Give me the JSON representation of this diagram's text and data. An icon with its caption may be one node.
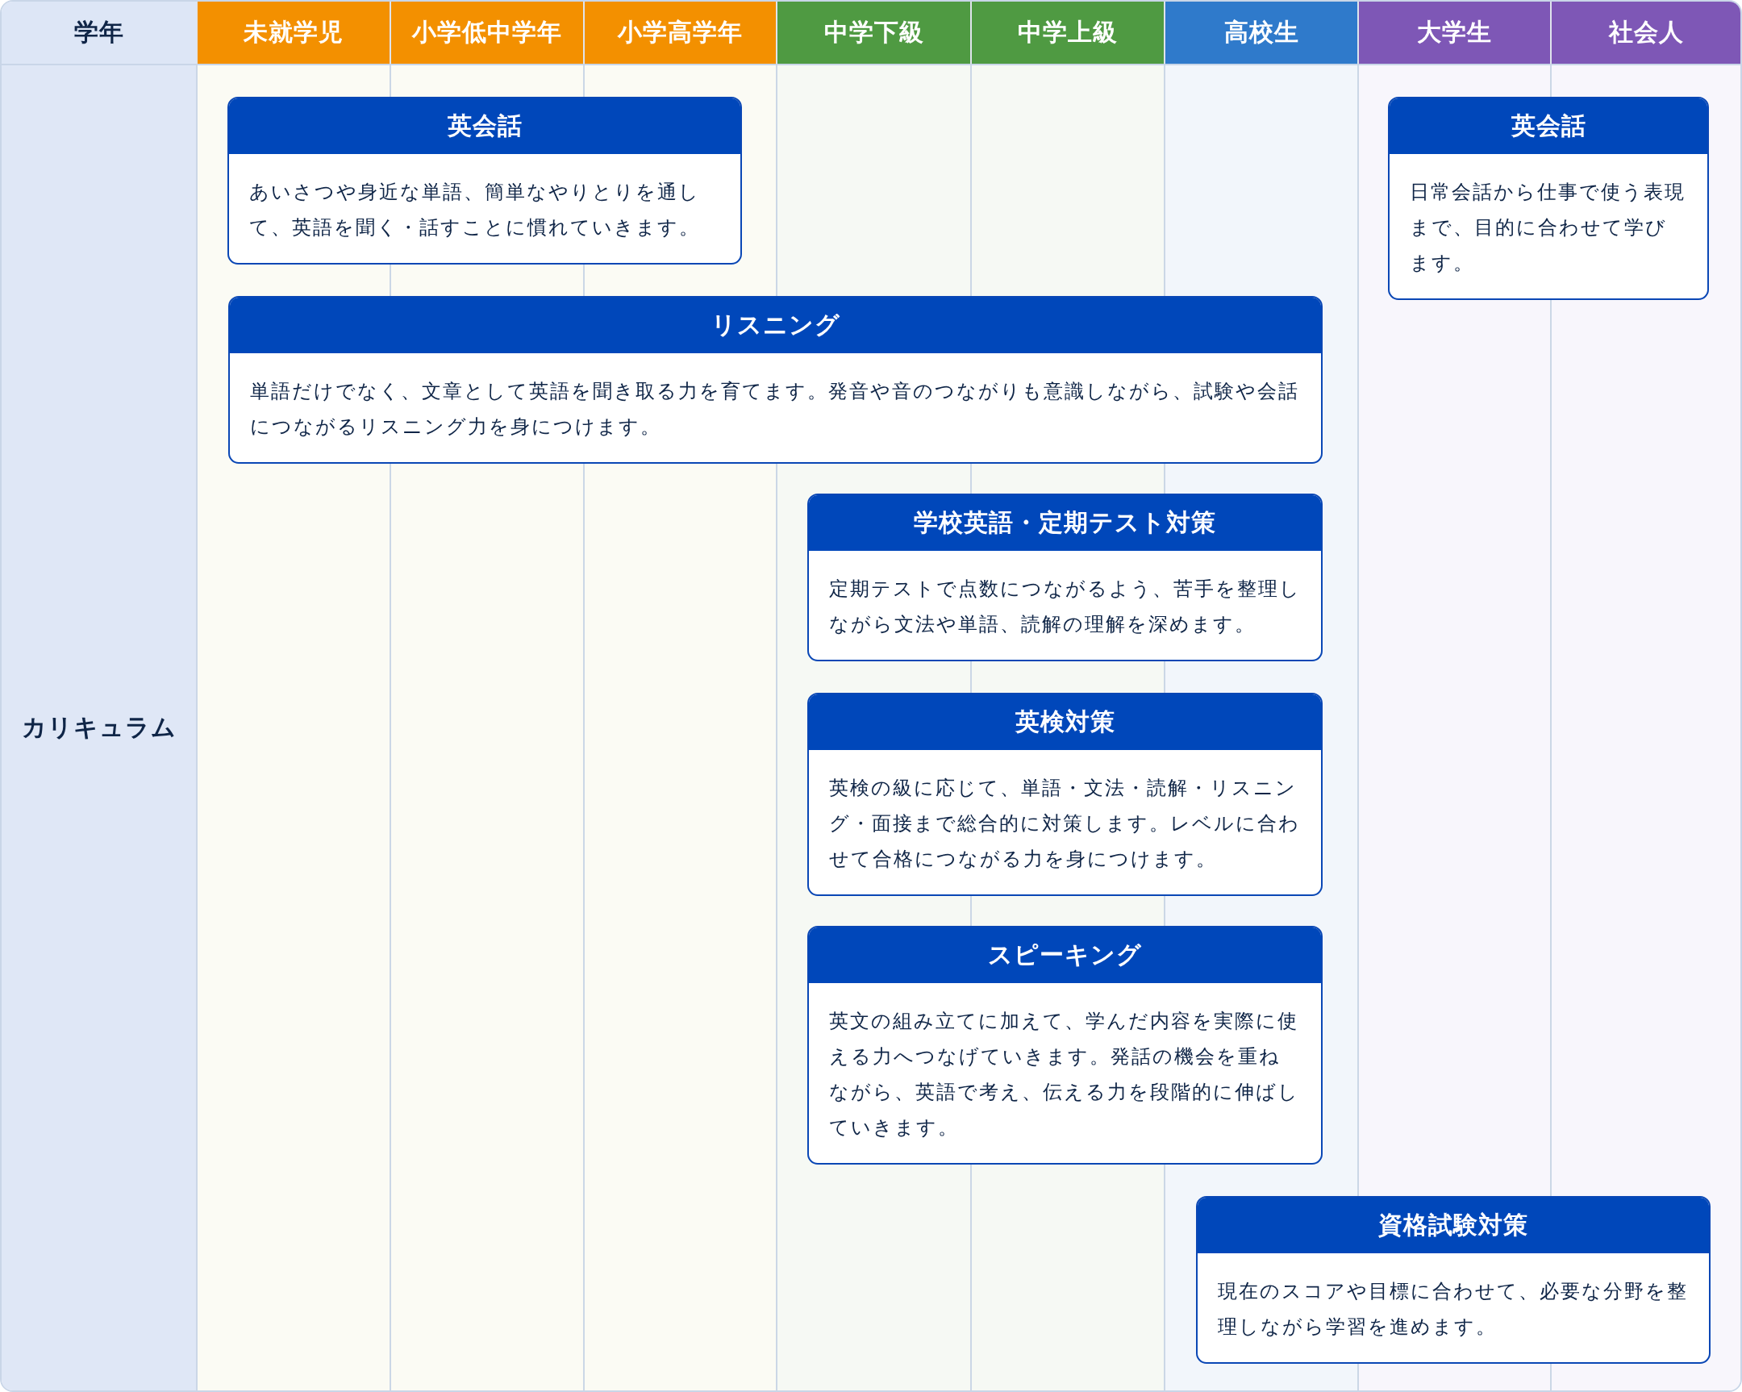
{
  "diagram": {
    "nodes": [
      {
        "text": [
          "英会話",
          "あいさつや身近な単語、簡単なやりとりを通して、英語を聞く・話すことに慣れていきます。"
        ]
      },
      {
        "text": [
          "英会話",
          "日常会話から仕事で使う表現まで、目的に合わせて学びます。"
        ]
      },
      {
        "text": [
          "リスニング",
          "単語だけでなく、文章として英語を聞き取る力を育てます。発音や音のつながりも意識しながら、試験や会話につながるリスニング力を身につけます。"
        ]
      },
      {
        "text": [
          "学校英語・定期テスト対策",
          "定期テストで点数につながるよう、苦手を整理しながら文法や単語、読解の理解を深めます。"
        ]
      },
      {
        "text": [
          "英検対策",
          "英検の級に応じて、単語・文法・読解・リスニング・面接まで総合的に対策します。レベルに合わせて合格につながる力を身につけます。"
        ]
      },
      {
        "text": [
          "スピーキング",
          "英文の組み立てに加えて、学んだ内容を実際に使える力へつなげていきます。発話の機会を重ねながら、英語で考え、伝える力を段階的に伸ばしていきます。"
        ]
      },
      {
        "text": [
          "資格試験対策",
          "現在のスコアや目標に合わせて、必要な分野を整理しながら学習を進めます。"
        ]
      }
    ],
    "labels": [
      "学年",
      "未就学児",
      "小学低中学年",
      "小学高学年",
      "中学下級",
      "中学上級",
      "高校生",
      "大学生",
      "社会人",
      "カリキュラム"
    ]
  }
}
